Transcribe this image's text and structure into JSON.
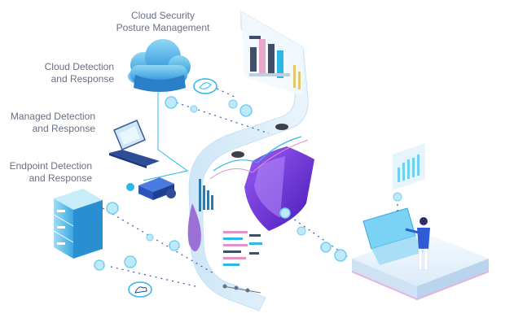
{
  "labels": {
    "cspm": {
      "line1": "Cloud Security",
      "line2": "Posture Management"
    },
    "cdr": {
      "line1": "Cloud Detection",
      "line2": "and Response"
    },
    "mdr": {
      "line1": "Managed Detection",
      "line2": "and Response"
    },
    "edr": {
      "line1": "Endpoint Detection",
      "line2": "and Response"
    }
  },
  "colors": {
    "cyan": "#2bb8e8",
    "cyan_light": "#bfe9f8",
    "blue_dark": "#1f3f95",
    "purple": "#6a2ee0",
    "text": "#6b6f86",
    "platform": "#e8f4fb"
  },
  "icons": [
    "cloud-icon",
    "laptop-icon",
    "server-icon",
    "shield-icon",
    "person-icon",
    "network-hub-icon"
  ]
}
